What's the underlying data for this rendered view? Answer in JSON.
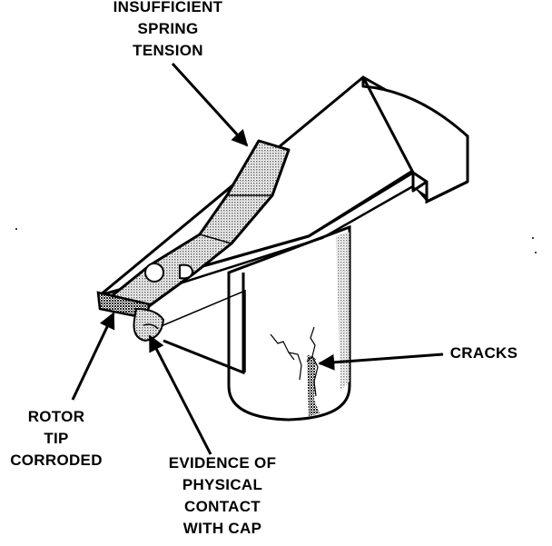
{
  "labels": {
    "spring_tension": [
      "INSUFFICIENT",
      "SPRING",
      "TENSION"
    ],
    "cracks": [
      "CRACKS"
    ],
    "rotor_tip": [
      "ROTOR",
      "TIP",
      "CORRODED"
    ],
    "physical_contact": [
      "EVIDENCE OF",
      "PHYSICAL",
      "CONTACT",
      "WITH CAP"
    ]
  },
  "colors": {
    "ink": "#000000",
    "paper": "#ffffff",
    "shade": "#b9b9b9"
  }
}
